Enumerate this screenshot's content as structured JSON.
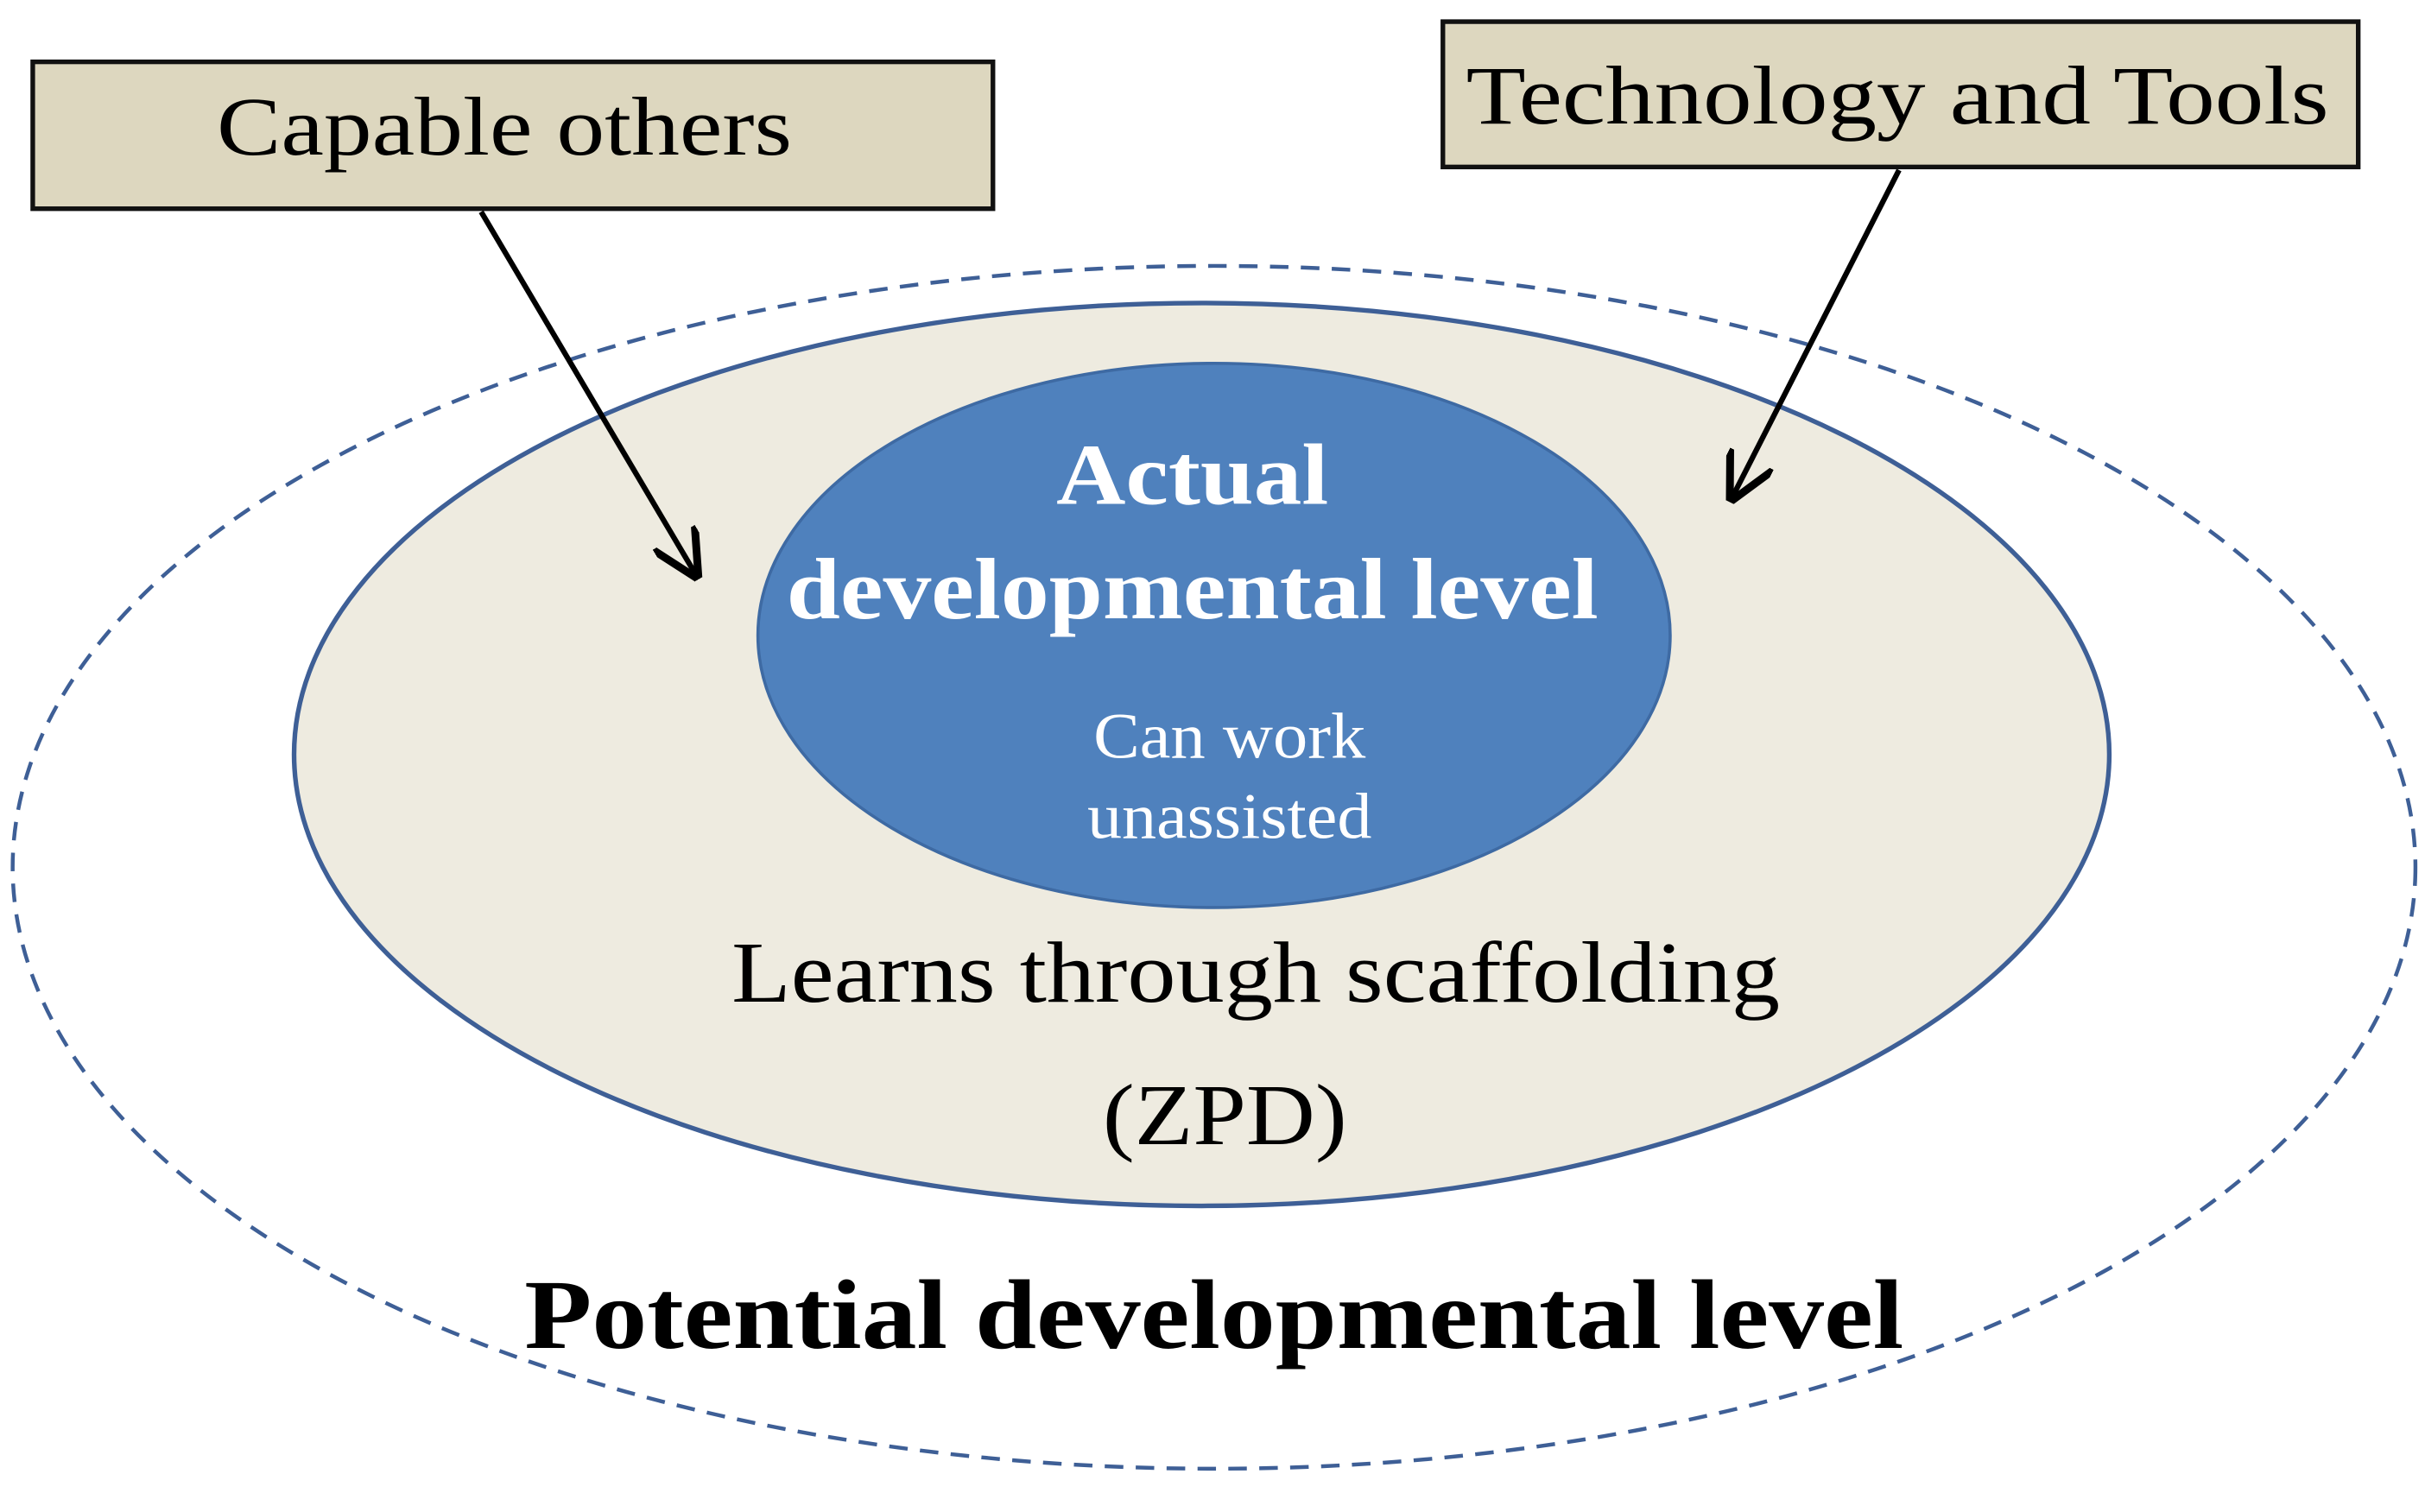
{
  "title": "Zone of Proximal Development diagram",
  "boxes": {
    "capable_others": "Capable others",
    "technology_tools": "Technology and Tools"
  },
  "inner": {
    "title_line1": "Actual",
    "title_line2": "developmental level",
    "sub_line1": "Can work",
    "sub_line2": "unassisted"
  },
  "middle": {
    "line1": "Learns through scaffolding",
    "line2": "(ZPD)"
  },
  "outer": {
    "label": "Potential developmental level"
  },
  "colors": {
    "box_fill": "#ddd7bf",
    "middle_fill": "#eeebe0",
    "middle_stroke": "#3e5f96",
    "inner_fill": "#4f81bd",
    "dashed_stroke": "#3e5f96"
  }
}
